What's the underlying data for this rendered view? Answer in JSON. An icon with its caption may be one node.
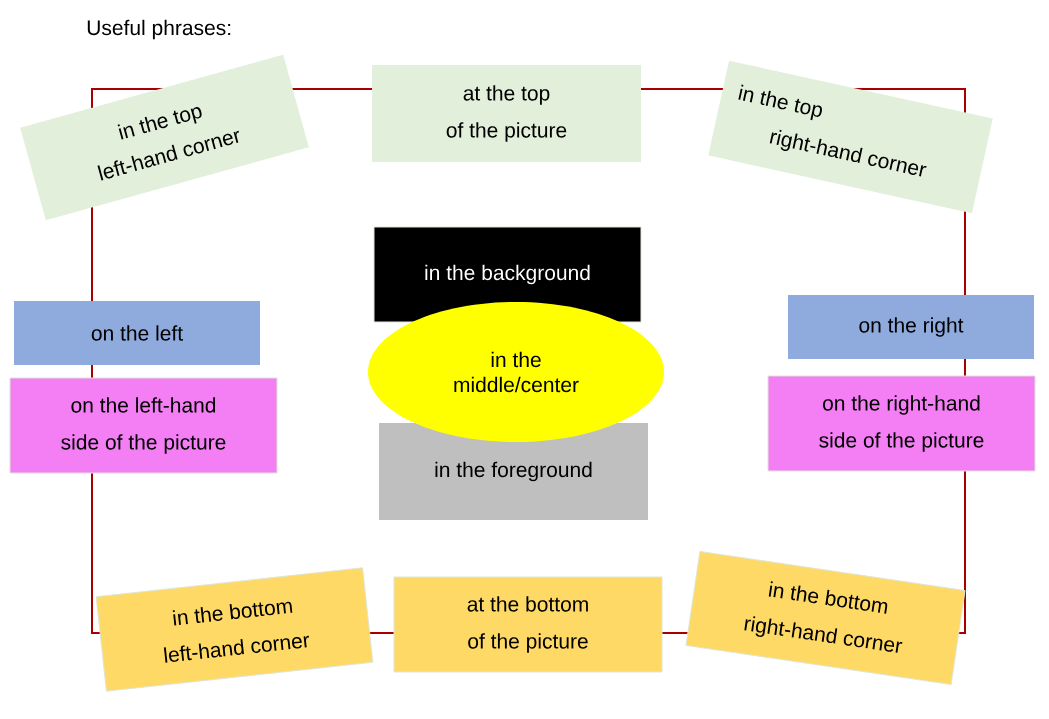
{
  "diagram": {
    "title": "Useful phrases:",
    "nodes": [
      {
        "text": [
          "in the top left-hand corner"
        ]
      },
      {
        "text": [
          "at the top of the picture"
        ]
      },
      {
        "text": [
          "in the top right-hand corner"
        ]
      },
      {
        "text": [
          "in the background"
        ]
      },
      {
        "text": [
          "on the left"
        ]
      },
      {
        "text": [
          "in the middle/center"
        ]
      },
      {
        "text": [
          "on the right"
        ]
      },
      {
        "text": [
          "on the left-hand side of the picture"
        ]
      },
      {
        "text": [
          "on the right-hand side of the picture"
        ]
      },
      {
        "text": [
          "in the foreground"
        ]
      },
      {
        "text": [
          "in the bottom left-hand corner"
        ]
      },
      {
        "text": [
          "at the bottom of the picture"
        ]
      },
      {
        "text": [
          "in the bottom right-hand corner"
        ]
      }
    ]
  }
}
